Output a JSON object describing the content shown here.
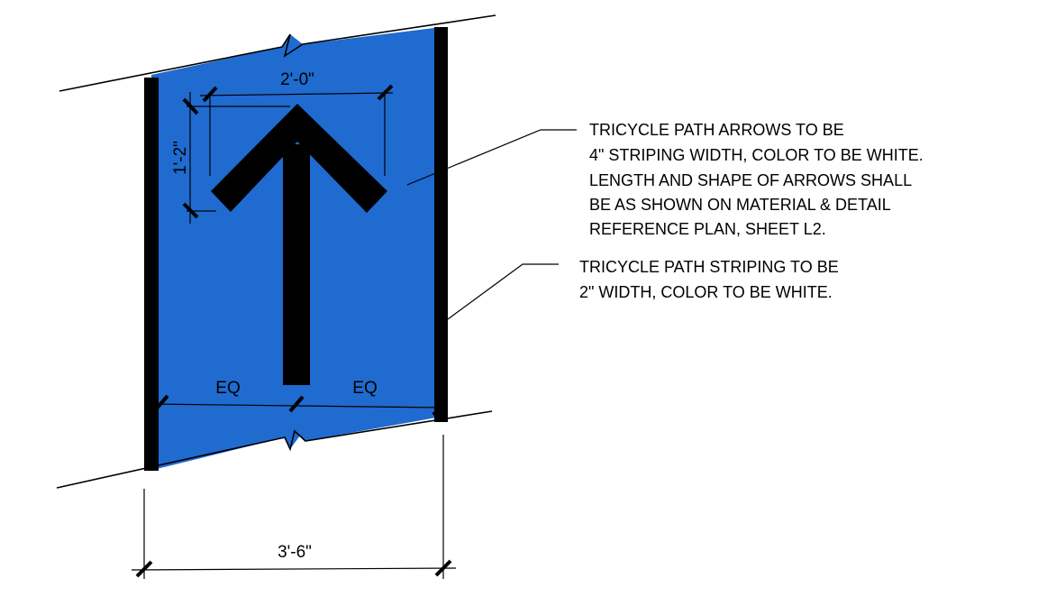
{
  "colors": {
    "path_fill": "#1f6bd0",
    "striping": "#000000",
    "arrow": "#000000",
    "background": "#ffffff"
  },
  "dimensions": {
    "arrow_width": "2'-0\"",
    "arrow_height": "1'-2\"",
    "eq_left": "EQ",
    "eq_right": "EQ",
    "path_width": "3'-6\""
  },
  "notes": {
    "arrow_note": [
      "TRICYCLE PATH ARROWS TO BE",
      "4\" STRIPING WIDTH, COLOR TO BE WHITE.",
      "LENGTH AND SHAPE OF ARROWS SHALL",
      "BE AS SHOWN ON MATERIAL & DETAIL",
      "REFERENCE PLAN, SHEET L2."
    ],
    "striping_note": [
      "TRICYCLE PATH STRIPING TO BE",
      "2\" WIDTH, COLOR TO BE WHITE."
    ]
  }
}
